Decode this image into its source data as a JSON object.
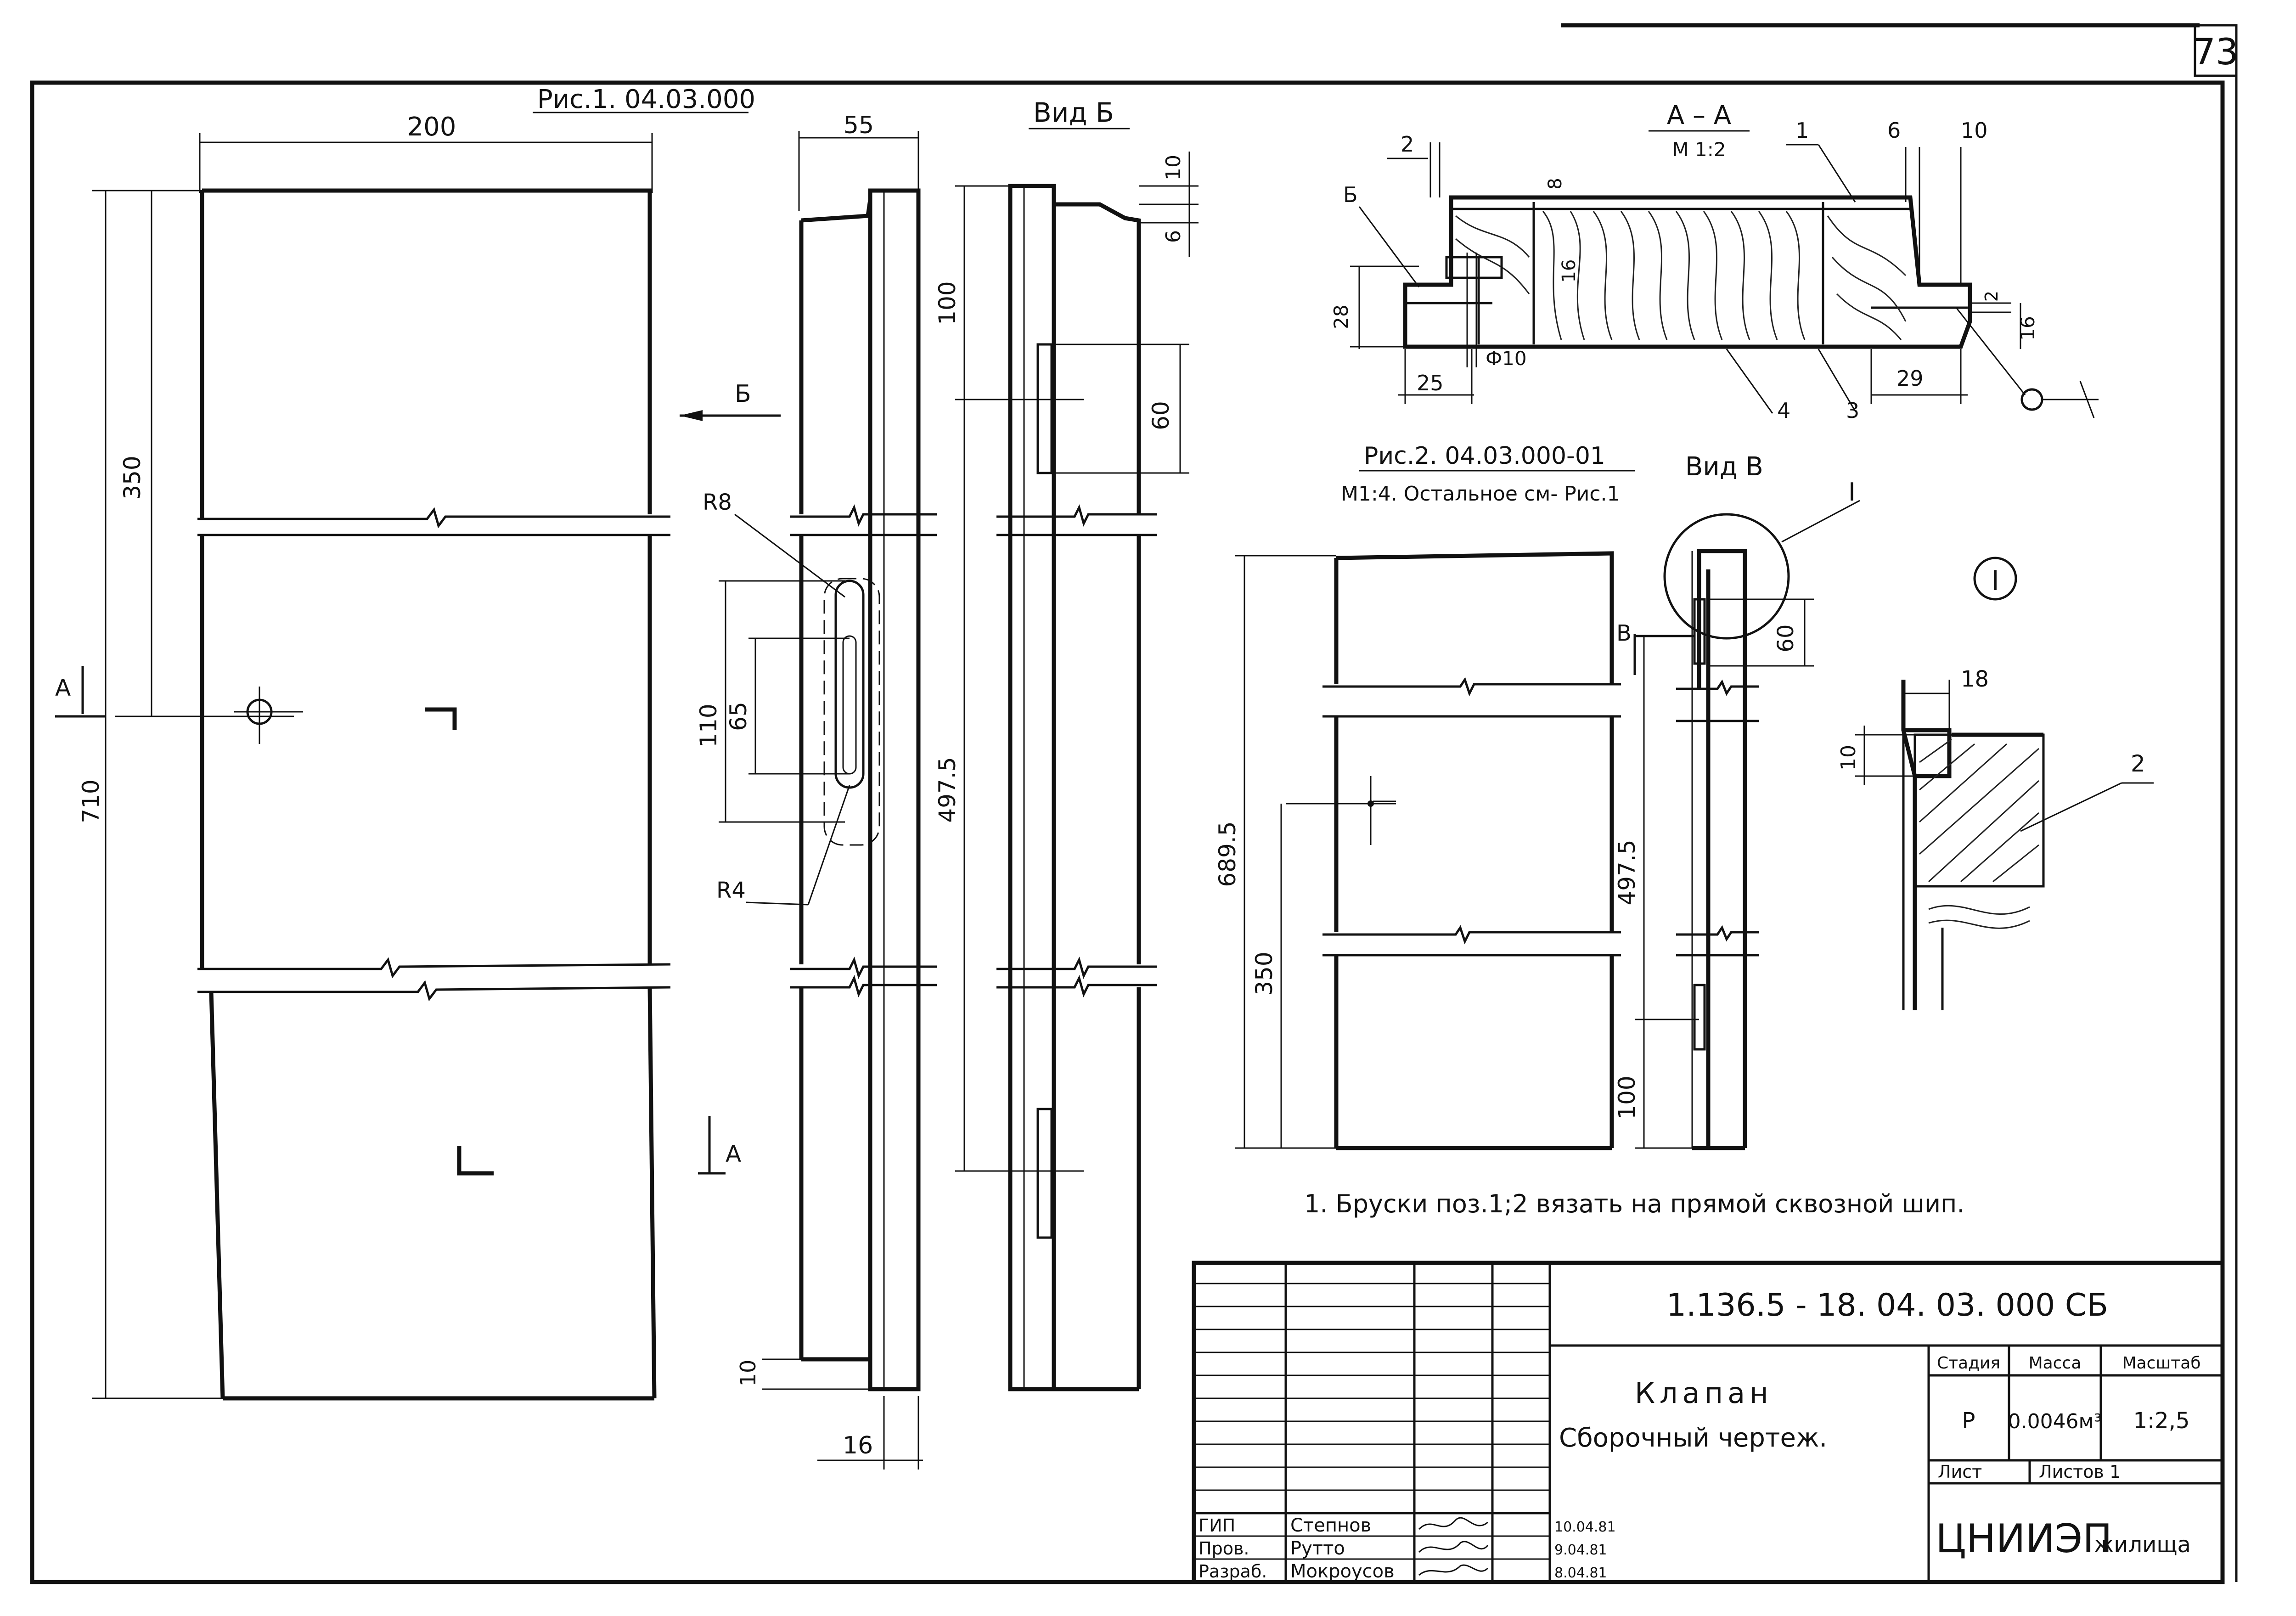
{
  "page": {
    "number": "73"
  },
  "fig1": {
    "title": "Рис.1. 04.03.000",
    "dim_width": "200",
    "dim_350": "350",
    "dim_710": "710",
    "section_mark": "А",
    "view_mark": "Б"
  },
  "side": {
    "dim_55": "55",
    "dim_110": "110",
    "dim_65": "65",
    "r8": "R8",
    "r4": "R4",
    "dim_10": "10",
    "dim_16": "16"
  },
  "view_b": {
    "title": "Вид Б",
    "dim_10": "10",
    "dim_6": "6",
    "dim_100": "100",
    "dim_60": "60",
    "dim_4975": "497.5"
  },
  "section_aa": {
    "title": "А – А",
    "scale": "М 1:2",
    "dim_2": "2",
    "dim_1": "1",
    "dim_6": "6",
    "dim_10": "10",
    "dim_b": "Б",
    "dim_8": "8",
    "dim_16a": "16",
    "dim_28": "28",
    "dim_25": "25",
    "dim_phi10": "Ф10",
    "dim_4": "4",
    "dim_3": "3",
    "dim_29": "29",
    "dim_2b": "2",
    "dim_16b": "16"
  },
  "fig2": {
    "title": "Рис.2. 04.03.000-01",
    "subtitle": "М1:4. Остальное см- Рис.1",
    "dim_6895": "689.5",
    "dim_350": "350"
  },
  "view_v": {
    "title": "Вид В",
    "mark": "В",
    "callout": "I",
    "dim_60": "60",
    "dim_4975": "497.5",
    "dim_100": "100"
  },
  "detail": {
    "mark": "I",
    "dim_18": "18",
    "dim_10": "10",
    "pos_2": "2"
  },
  "note": "1. Бруски поз.1;2 вязать на прямой сквозной шип.",
  "title_block": {
    "code": "1.136.5 - 18. 04. 03. 000 СБ",
    "name_line1": "Клапан",
    "name_line2": "Сборочный чертеж.",
    "headers": [
      "Стадия",
      "Масса",
      "Масштаб"
    ],
    "stage": "Р",
    "mass": "0.0046м³",
    "scale": "1:2,5",
    "sheet_label": "Лист",
    "sheets_label": "Листов 1",
    "org_logo": "ЦНИИЭП",
    "org_suffix": "жилища",
    "signatures": [
      {
        "role": "ГИП",
        "name": "Степнов",
        "date": "10.04.81"
      },
      {
        "role": "Пров.",
        "name": "Рутто",
        "date": "9.04.81"
      },
      {
        "role": "Разраб.",
        "name": "Мокроусов",
        "date": "8.04.81"
      }
    ]
  }
}
